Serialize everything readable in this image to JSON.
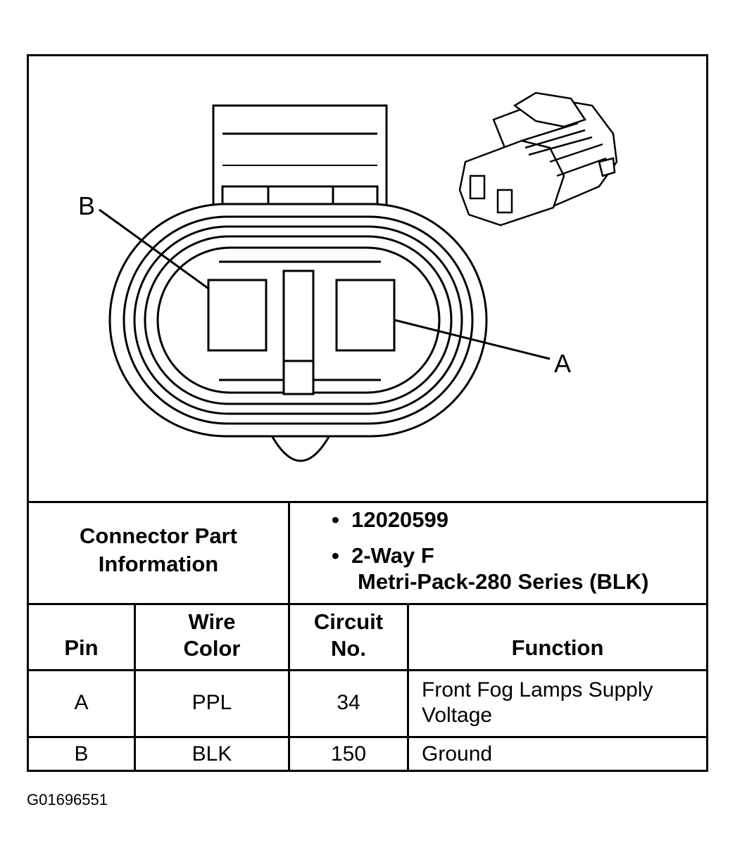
{
  "diagram": {
    "pin_a_label": "A",
    "pin_b_label": "B",
    "line_color": "#000000"
  },
  "connector_info": {
    "title_line1": "Connector Part",
    "title_line2": "Information",
    "part_number": "12020599",
    "type_line1": "2-Way F",
    "type_line2": "Metri-Pack-280 Series (BLK)"
  },
  "table": {
    "headers": {
      "pin": "Pin",
      "wire_color_line1": "Wire",
      "wire_color_line2": "Color",
      "circuit_line1": "Circuit",
      "circuit_line2": "No.",
      "function": "Function"
    },
    "rows": [
      {
        "pin": "A",
        "wire_color": "PPL",
        "circuit": "34",
        "function_line1": "Front Fog Lamps Supply",
        "function_line2": "Voltage"
      },
      {
        "pin": "B",
        "wire_color": "BLK",
        "circuit": "150",
        "function_line1": "Ground",
        "function_line2": ""
      }
    ]
  },
  "footer": {
    "figure_id": "G01696551"
  }
}
